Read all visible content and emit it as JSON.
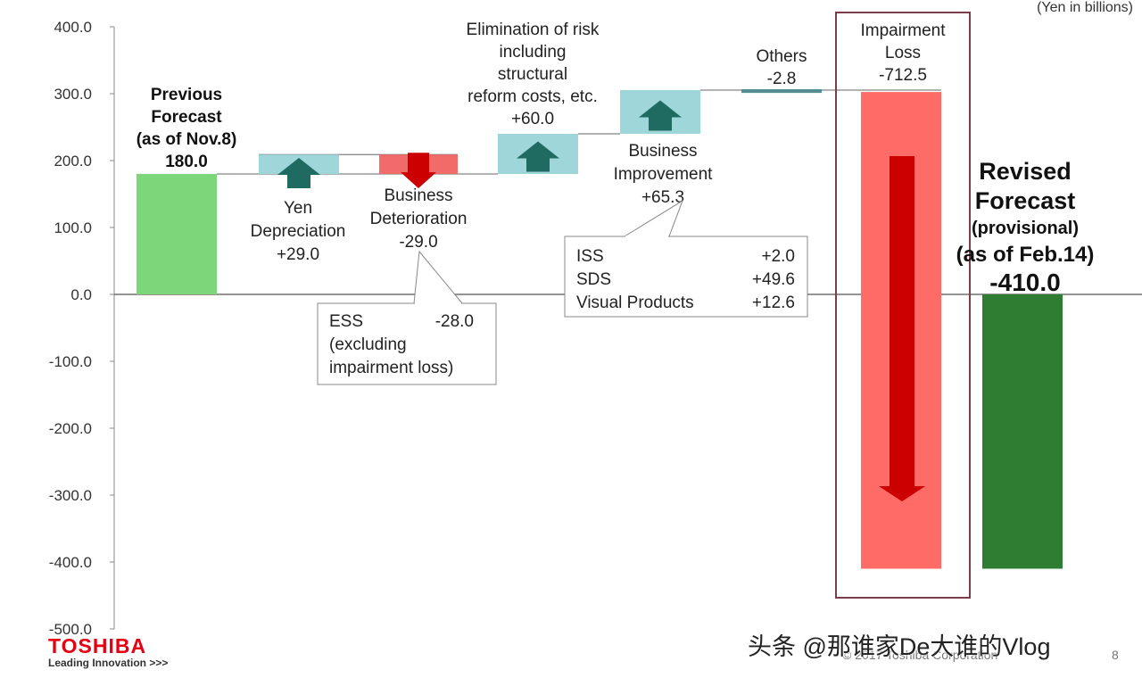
{
  "units": "(Yen in billions)",
  "logo": {
    "name": "TOSHIBA",
    "tagline": "Leading Innovation >>>"
  },
  "watermark": "头条 @那谁家De大谁的Vlog",
  "copyright": "© 2017 Toshiba Corporation",
  "page_number": "8",
  "colors": {
    "start_bar": "#7ed67a",
    "end_bar": "#2e7d32",
    "increase_box": "#9fd6d9",
    "decrease_box": "#f26b6b",
    "up_arrow": "#1f6b61",
    "down_arrow": "#cc0000",
    "impairment_bar": "#ff6b66",
    "impairment_frame": "#7a3f4a"
  },
  "chart_data": {
    "type": "waterfall",
    "title": "",
    "ylim": [
      -500,
      400
    ],
    "yticks": [
      "400.0",
      "300.0",
      "200.0",
      "100.0",
      "0.0",
      "-100.0",
      "-200.0",
      "-300.0",
      "-400.0",
      "-500.0"
    ],
    "ytick_values": [
      400,
      300,
      200,
      100,
      0,
      -100,
      -200,
      -300,
      -400,
      -500
    ],
    "steps": [
      {
        "key": "prev",
        "kind": "total",
        "value": 180.0,
        "label_lines": [
          "Previous",
          "Forecast",
          "(as of Nov.8)",
          "180.0"
        ]
      },
      {
        "key": "yen",
        "kind": "delta",
        "value": 29.0,
        "label_lines": [
          "Yen",
          "Depreciation",
          "+29.0"
        ]
      },
      {
        "key": "bizdet",
        "kind": "delta",
        "value": -29.0,
        "label_lines": [
          "Business",
          "Deterioration",
          "-29.0"
        ]
      },
      {
        "key": "risk",
        "kind": "delta",
        "value": 60.0,
        "label_lines": [
          "Elimination of risk",
          "including",
          "structural",
          "reform costs, etc.",
          "+60.0"
        ]
      },
      {
        "key": "bizimp",
        "kind": "delta",
        "value": 65.3,
        "label_lines": [
          "Business",
          "Improvement",
          "+65.3"
        ]
      },
      {
        "key": "others",
        "kind": "delta",
        "value": -2.8,
        "label_lines": [
          "Others",
          "-2.8"
        ]
      },
      {
        "key": "impair",
        "kind": "delta",
        "value": -712.5,
        "label_lines": [
          "Impairment",
          "Loss",
          "-712.5"
        ]
      },
      {
        "key": "revised",
        "kind": "total",
        "value": -410.0,
        "label_lines": [
          "Revised",
          "Forecast",
          "(provisional)",
          "(as of Feb.14)",
          "-410.0"
        ]
      }
    ],
    "callouts": [
      {
        "key": "ess",
        "rows": [
          [
            "ESS",
            "-28.0"
          ],
          [
            "(excluding",
            ""
          ],
          [
            "impairment loss)",
            ""
          ]
        ]
      },
      {
        "key": "biz",
        "rows": [
          [
            "ISS",
            "+2.0"
          ],
          [
            "SDS",
            "+49.6"
          ],
          [
            "Visual Products",
            "+12.6"
          ]
        ]
      }
    ]
  }
}
